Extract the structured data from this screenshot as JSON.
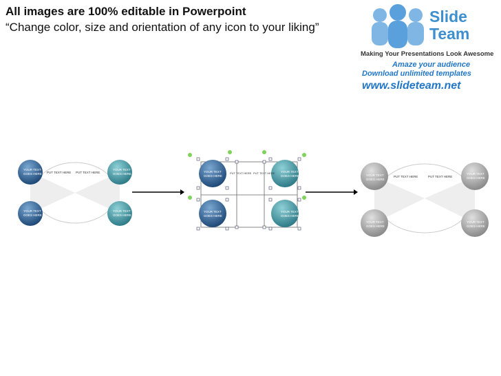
{
  "header": {
    "title": "All images are 100% editable in Powerpoint",
    "subtitle": "“Change color, size and orientation of any icon to your liking”"
  },
  "logo": {
    "word1": "Slide",
    "word2": "Team",
    "tagline": "Making Your Presentations Look Awesome",
    "line1": "Amaze your audience",
    "line2": "Download unlimited templates",
    "url": "www.slideteam.net",
    "icon": "people-group-icon"
  },
  "diagram_labels": {
    "circle_text": "YOUR TEXT",
    "circle_text2": "GOES HERE",
    "put_text": "PUT TEXT HERE"
  },
  "colors": {
    "blue": "#2f5f8f",
    "teal": "#4a9aa6",
    "gray": "#9a9a9a",
    "logo_blue": "#3d8fd0"
  },
  "arrows": [
    "arrow-right-icon",
    "arrow-right-icon"
  ]
}
